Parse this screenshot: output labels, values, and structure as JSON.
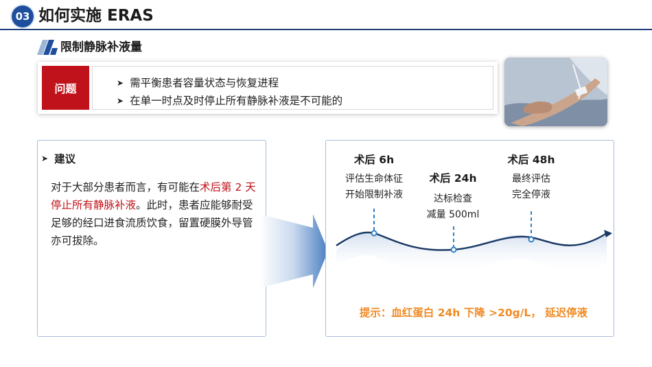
{
  "header": {
    "badge": "03",
    "title": "如何实施 ERAS"
  },
  "section": {
    "title": "限制静脉补液量"
  },
  "problem": {
    "label": "问题",
    "items": [
      "需平衡患者容量状态与恢复进程",
      "在单一时点及时停止所有静脉补液是不可能的"
    ]
  },
  "suggestion": {
    "heading": "建议",
    "text_before": "对于大部分患者而言，有可能在",
    "text_highlight": "术后第 2 天停止所有静脉补液",
    "text_after": "。此时，患者应能够耐受足够的经口进食流质饮食，留置硬膜外导管亦可拔除。"
  },
  "timeline": {
    "milestones": [
      {
        "title": "术后 6h",
        "lines": [
          "评估生命体征",
          "开始限制补液"
        ]
      },
      {
        "title": "术后 24h",
        "lines": [
          "达标检查",
          "减量 500ml"
        ]
      },
      {
        "title": "术后 48h",
        "lines": [
          "最终评估",
          "完全停液"
        ]
      }
    ],
    "tip": "提示：血红蛋白 24h 下降 >20g/L， 延迟停液"
  },
  "colors": {
    "accent_blue": "#1f4e9c",
    "problem_red": "#c0121a",
    "highlight_red": "#c0121a",
    "tip_orange": "#f08a24",
    "wave": "#1b3a66"
  },
  "icons": {
    "section_logo": "stripes-logo-icon",
    "bullet": "triangle-bullet-icon",
    "timeline_arrow": "arrow-right-icon"
  }
}
